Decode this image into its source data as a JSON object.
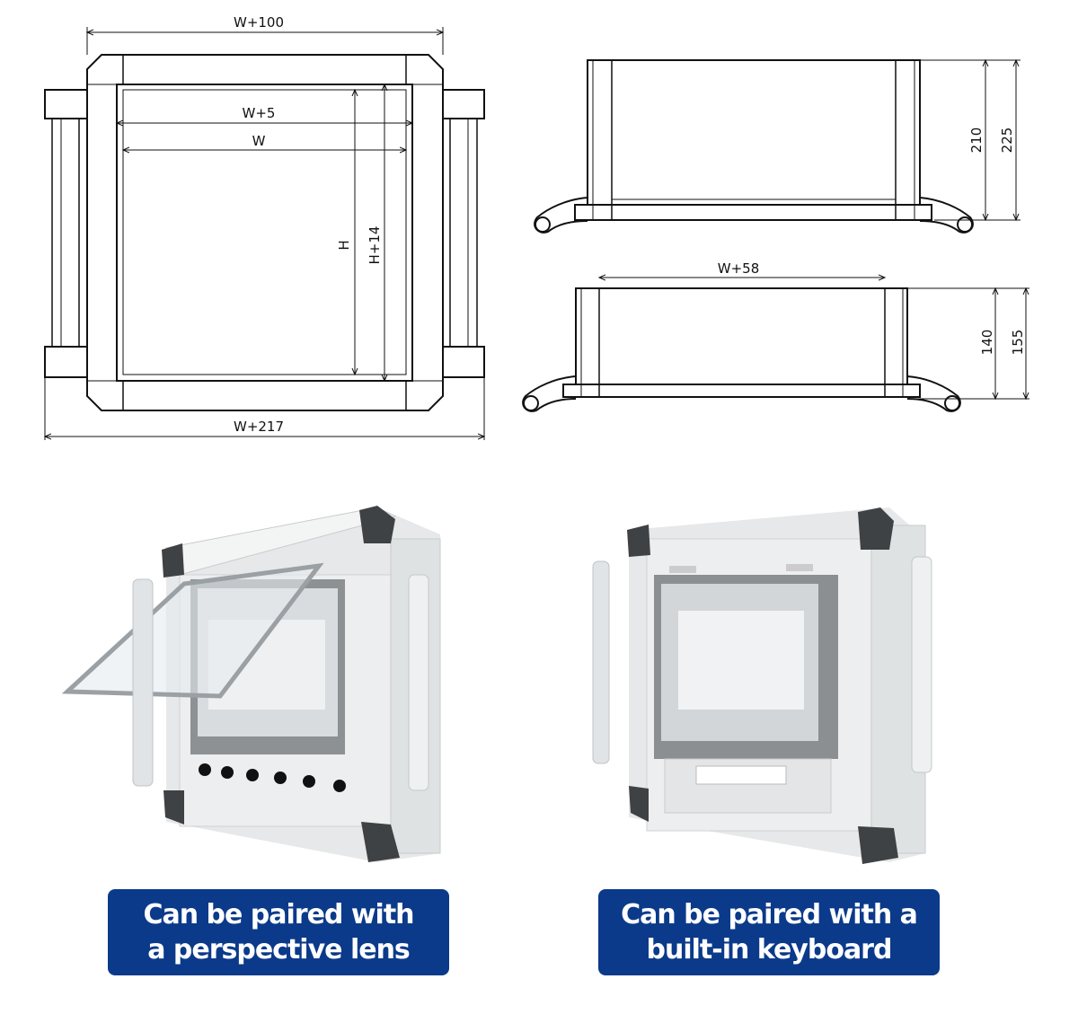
{
  "front_view": {
    "dims": {
      "outer_top": "W+100",
      "inner_top": "W+5",
      "inner_width": "W",
      "height": "H",
      "inner_height": "H+14",
      "total_width": "W+217"
    }
  },
  "side_view_top": {
    "dims": {
      "inner": "210",
      "outer": "225"
    }
  },
  "side_view_bottom": {
    "dims": {
      "width": "W+58",
      "inner": "140",
      "outer": "155"
    }
  },
  "captions": [
    {
      "line1": "Can be paired with",
      "line2": "a perspective lens"
    },
    {
      "line1": "Can be paired with a",
      "line2": "built-in keyboard"
    }
  ],
  "colors": {
    "caption_bg": "#0b3a8a",
    "line": "#111111"
  }
}
